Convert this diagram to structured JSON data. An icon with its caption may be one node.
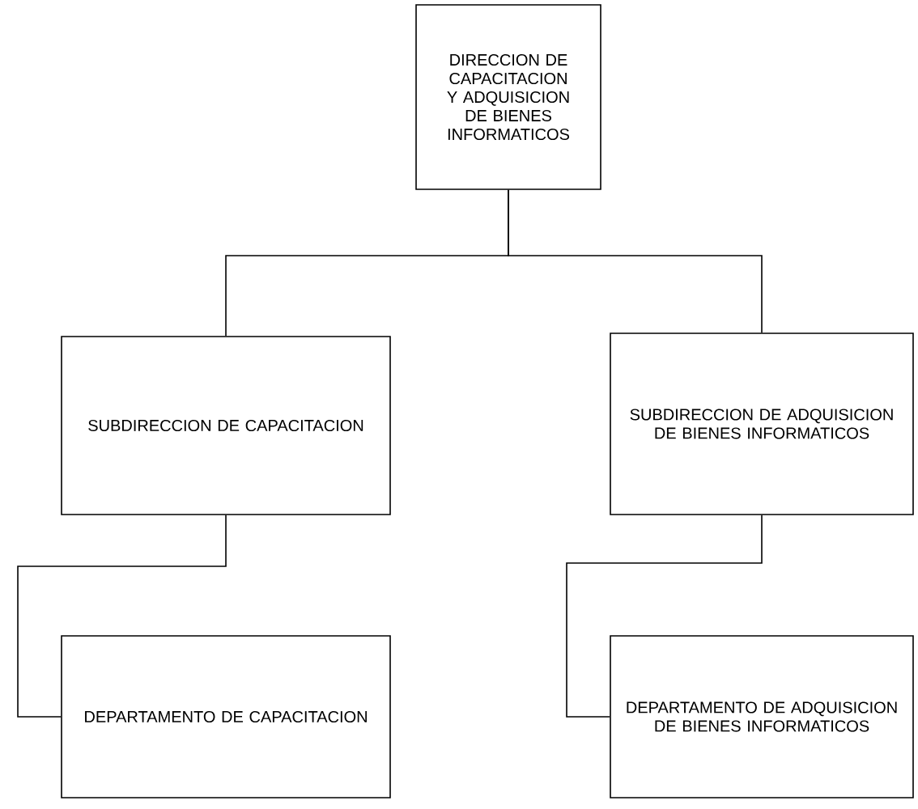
{
  "diagram": {
    "nodes": [
      {
        "text": [
          "DIRECCION DE CAPACITACION Y ADQUISICION DE BIENES INFORMATICOS"
        ]
      },
      {
        "text": [
          "SUBDIRECCION DE CAPACITACION"
        ]
      },
      {
        "text": [
          "SUBDIRECCION DE ADQUISICION DE BIENES INFORMATICOS"
        ]
      },
      {
        "text": [
          "DEPARTAMENTO DE CAPACITACION"
        ]
      },
      {
        "text": [
          "DEPARTAMENTO DE ADQUISICION DE BIENES INFORMATICOS"
        ]
      }
    ],
    "edges": [
      {
        "from": 0,
        "to": 1,
        "arrow": "none"
      },
      {
        "from": 0,
        "to": 2,
        "arrow": "none"
      },
      {
        "from": 1,
        "to": 3,
        "arrow": "none"
      },
      {
        "from": 2,
        "to": 4,
        "arrow": "none"
      }
    ]
  }
}
